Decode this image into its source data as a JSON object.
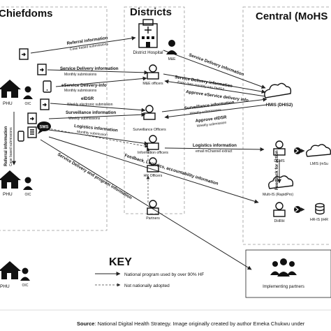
{
  "columns": {
    "chiefdoms": "Chiefdoms",
    "districts": "Districts",
    "central": "Central (MoHS"
  },
  "nodes": {
    "district_hospital": "District Hospital",
    "me": "M&E",
    "me_officers": "M&E officers",
    "surveillance_officers": "Surveillance Officers",
    "information_officers": "Information officers",
    "hr_officers": "HR Officers",
    "partners": "Partners",
    "hmis": "HMIS (DHIS2)",
    "ddms": "DDMS",
    "lmis": "LMIS (mSu",
    "multi_is": "Multi-IS (RapidPro)",
    "dhrh": "DHRH",
    "hr_is": "HR-IS (iHR",
    "implementing_partners": "Implementing partners",
    "phu": "PHU",
    "oic": "OIC",
    "sms": "SMS"
  },
  "flows": {
    "referral": "Referral information",
    "referral_sub": "Case based submissions",
    "service_delivery": "Service Delivery  information",
    "service_delivery_sub": "Monthly submissions",
    "eservice": "eService Delivery-info",
    "eservice_sub": "Monthly submissions",
    "idsr": "eIDSR",
    "idsr_sub": "Weekly electronic submission",
    "surveillance": "Surveillance information",
    "surveillance_sub": "Weekly submissions",
    "logistics": "Logistics information",
    "logistics_sub": "Monthly submission",
    "feedback_la": "Feedback, Logistics, accountability information",
    "sd_program": "Service Delivery and program information",
    "referral_vertical": "Referral information",
    "referral_vertical_sub": "Case based submissions",
    "dh_service_delivery": "Service Delivery information",
    "me_service_delivery": "Service Delivery information",
    "me_service_delivery_sub": "Enter data monthly into DHIS2",
    "approve_eservice": "Approve eService delivery info",
    "surv_hmis": "Surveillance information",
    "surv_hmis_sub": "Weekly submissions",
    "approve_eidsr": "Approve eIDSR",
    "approve_eidsr_sub": "Weekly submission",
    "info_logistics": "Logistics information",
    "info_logistics_sub": "email mChannel extract",
    "feedback_action": "Feedback for action"
  },
  "key": {
    "title": "KEY",
    "solid": "National program used by over 90% HF",
    "dashed": "Not nationally adopted"
  },
  "footer": {
    "source_label": "Source",
    "source_text": ": National Digital Health Strategy. Image originally created by author Emeka Chukwu under"
  }
}
